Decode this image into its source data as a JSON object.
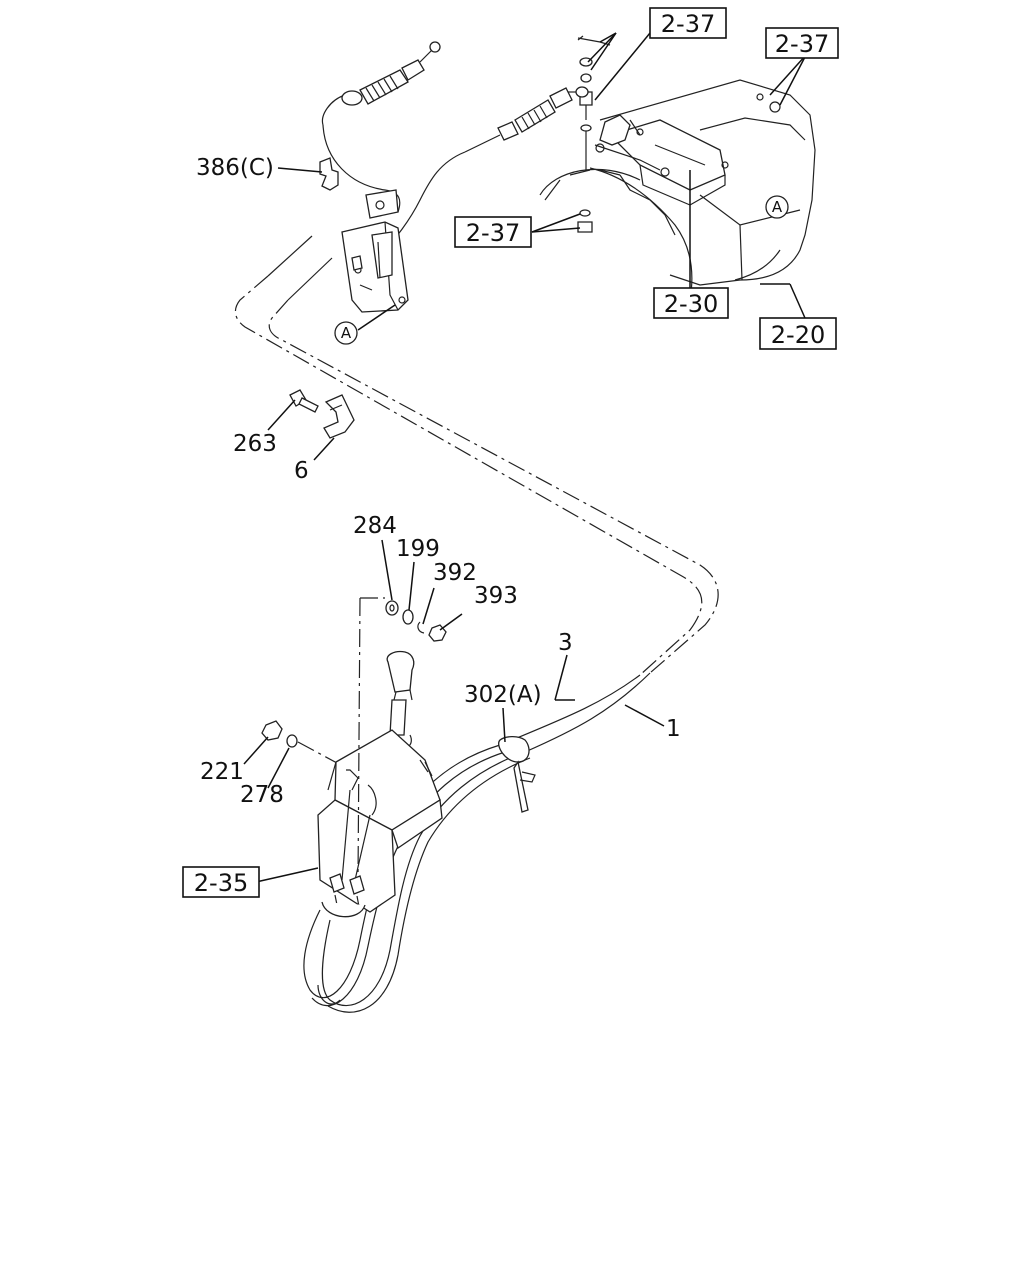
{
  "diagram": {
    "part_labels": {
      "p386c": "386(C)",
      "p263": "263",
      "p6": "6",
      "p284": "284",
      "p199": "199",
      "p392": "392",
      "p393": "393",
      "p3": "3",
      "p302a": "302(A)",
      "p1": "1",
      "p221": "221",
      "p278": "278"
    },
    "reference_boxes": {
      "r237_top": "2-37",
      "r237_right": "2-37",
      "r237_mid": "2-37",
      "r230": "2-30",
      "r220": "2-20",
      "r235": "2-35"
    },
    "circle_marks": {
      "a_bracket": "A",
      "a_transmission": "A"
    }
  },
  "colors": {
    "ink": "#111111",
    "background": "#ffffff"
  }
}
